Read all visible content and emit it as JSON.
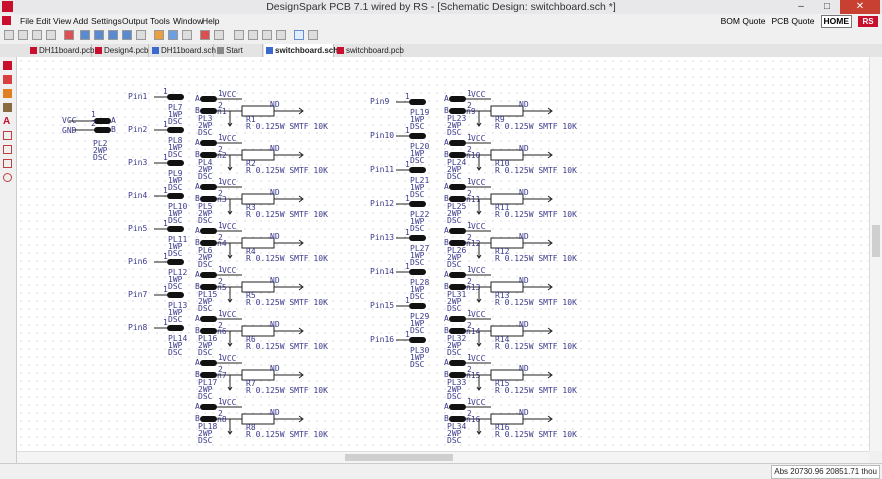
{
  "window": {
    "title": "DesignSpark PCB 7.1 wired by RS - [Schematic Design: switchboard.sch *]"
  },
  "menu": [
    "File",
    "Edit",
    "View",
    "Add",
    "Settings",
    "Output",
    "Tools",
    "Window",
    "Help"
  ],
  "right_menu": {
    "bom": "BOM Quote",
    "pcb": "PCB Quote",
    "home": "HOME",
    "logo": "RS"
  },
  "tabs": [
    {
      "label": "DH11board.pcb",
      "active": false
    },
    {
      "label": "Design4.pcb",
      "active": false
    },
    {
      "label": "DH11board.sch",
      "active": false
    },
    {
      "label": "Start Page",
      "active": false
    },
    {
      "label": "switchboard.sch",
      "active": true
    },
    {
      "label": "switchboard.pcb",
      "active": false
    }
  ],
  "status": {
    "coords": "Abs 20730.96 20851.71 thou"
  },
  "schematic": {
    "power": {
      "vcc": "VCC",
      "gnd": "GND",
      "gnd_short": "ND",
      "name": "PL2",
      "type": "2WP",
      "dsc": "DSC"
    },
    "pin_letters": {
      "a": "A",
      "b": "B"
    },
    "pin_nums": {
      "one": "1",
      "two": "2"
    },
    "resistor_value": "R 0.125W SMTF 10K",
    "left_inputs": [
      {
        "pin": "Pin1",
        "pl": "PL7"
      },
      {
        "pin": "Pin2",
        "pl": "PL8"
      },
      {
        "pin": "Pin3",
        "pl": "PL9"
      },
      {
        "pin": "Pin4",
        "pl": "PL10"
      },
      {
        "pin": "Pin5",
        "pl": "PL11"
      },
      {
        "pin": "Pin6",
        "pl": "PL12"
      },
      {
        "pin": "Pin7",
        "pl": "PL13"
      },
      {
        "pin": "Pin8",
        "pl": "PL14"
      }
    ],
    "right_inputs": [
      {
        "pin": "Pin9",
        "pl": "PL19"
      },
      {
        "pin": "Pin10",
        "pl": "PL20"
      },
      {
        "pin": "Pin11",
        "pl": "PL21"
      },
      {
        "pin": "Pin12",
        "pl": "PL22"
      },
      {
        "pin": "Pin13",
        "pl": "PL27"
      },
      {
        "pin": "Pin14",
        "pl": "PL28"
      },
      {
        "pin": "Pin15",
        "pl": "PL29"
      },
      {
        "pin": "Pin16",
        "pl": "PL30"
      }
    ],
    "input_type": "1WP",
    "left_switches": [
      {
        "pl": "PL3",
        "r": "R1",
        "net": "n1"
      },
      {
        "pl": "PL4",
        "r": "R2",
        "net": "n2"
      },
      {
        "pl": "PL5",
        "r": "R3",
        "net": "n3"
      },
      {
        "pl": "PL6",
        "r": "R4",
        "net": "n4"
      },
      {
        "pl": "PL15",
        "r": "R5",
        "net": "n5"
      },
      {
        "pl": "PL16",
        "r": "R6",
        "net": "n6"
      },
      {
        "pl": "PL17",
        "r": "R7",
        "net": "n7"
      },
      {
        "pl": "PL18",
        "r": "R8",
        "net": "n8"
      }
    ],
    "right_switches": [
      {
        "pl": "PL23",
        "r": "R9",
        "net": "n9"
      },
      {
        "pl": "PL24",
        "r": "R10",
        "net": "n10"
      },
      {
        "pl": "PL25",
        "r": "R11",
        "net": "n11"
      },
      {
        "pl": "PL26",
        "r": "R12",
        "net": "n12"
      },
      {
        "pl": "PL31",
        "r": "R13",
        "net": "n13"
      },
      {
        "pl": "PL32",
        "r": "R14",
        "net": "n14"
      },
      {
        "pl": "PL33",
        "r": "R15",
        "net": "n15"
      },
      {
        "pl": "PL34",
        "r": "R16",
        "net": "n16"
      }
    ]
  }
}
